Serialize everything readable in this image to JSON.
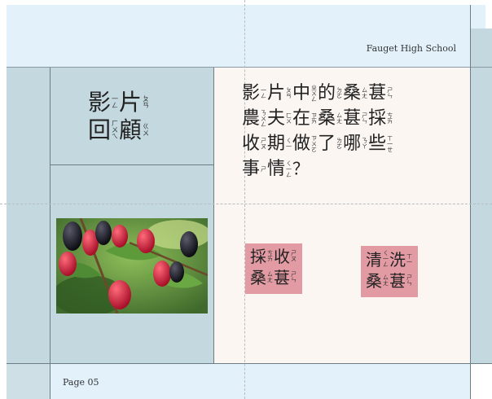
{
  "header": {
    "school": "Fauget High School"
  },
  "footer": {
    "page": "Page 05"
  },
  "title": {
    "lines": [
      [
        {
          "ch": "影",
          "zy": [
            "一",
            "ㄥ"
          ]
        },
        {
          "ch": "片",
          "zy": [
            "ㄆ",
            "ㄢ"
          ]
        }
      ],
      [
        {
          "ch": "回",
          "zy": [
            "ㄏ",
            "ㄨ",
            "ㄟ"
          ]
        },
        {
          "ch": "顧",
          "zy": [
            "ㄍ",
            "ㄨ"
          ]
        }
      ]
    ]
  },
  "question": {
    "lines": [
      [
        {
          "ch": "影",
          "zy": [
            "一",
            "ㄥ"
          ]
        },
        {
          "ch": "片",
          "zy": [
            "ㄆ",
            "ㄢ"
          ]
        },
        {
          "ch": "中",
          "zy": [
            "ㄓ",
            "ㄨ",
            "ㄥ"
          ]
        },
        {
          "ch": "的",
          "zy": [
            "ㄉ",
            "ㄜ"
          ]
        },
        {
          "ch": "桑",
          "zy": [
            "ㄙ",
            "ㄤ"
          ]
        },
        {
          "ch": "葚",
          "zy": [
            "ㄕ",
            "ㄣ"
          ]
        }
      ],
      [
        {
          "ch": "農",
          "zy": [
            "ㄋ",
            "ㄨ",
            "ㄥ"
          ]
        },
        {
          "ch": "夫",
          "zy": [
            "ㄈ",
            "ㄨ"
          ]
        },
        {
          "ch": "在",
          "zy": [
            "ㄗ",
            "ㄞ"
          ]
        },
        {
          "ch": "桑",
          "zy": [
            "ㄙ",
            "ㄤ"
          ]
        },
        {
          "ch": "葚",
          "zy": [
            "ㄕ",
            "ㄣ"
          ]
        },
        {
          "ch": "採",
          "zy": [
            "ㄘ",
            "ㄞ"
          ]
        }
      ],
      [
        {
          "ch": "收",
          "zy": [
            "ㄕ",
            "ㄡ"
          ]
        },
        {
          "ch": "期",
          "zy": [
            "ㄑ",
            "一"
          ]
        },
        {
          "ch": "做",
          "zy": [
            "ㄗ",
            "ㄨ",
            "ㄛ"
          ]
        },
        {
          "ch": "了",
          "zy": [
            "ㄌ",
            "ㄜ"
          ]
        },
        {
          "ch": "哪",
          "zy": [
            "ㄋ",
            "ㄚ"
          ]
        },
        {
          "ch": "些",
          "zy": [
            "ㄒ",
            "一",
            "ㄝ"
          ]
        }
      ],
      [
        {
          "ch": "事",
          "zy": [
            "ㄕ"
          ]
        },
        {
          "ch": "情",
          "zy": [
            "ㄑ",
            "一",
            "ㄥ"
          ]
        }
      ]
    ],
    "end_punct": "？"
  },
  "options": [
    {
      "lines": [
        [
          {
            "ch": "採",
            "zy": [
              "ㄘ",
              "ㄞ"
            ]
          },
          {
            "ch": "收",
            "zy": [
              "ㄕ",
              "ㄡ"
            ]
          }
        ],
        [
          {
            "ch": "桑",
            "zy": [
              "ㄙ",
              "ㄤ"
            ]
          },
          {
            "ch": "葚",
            "zy": [
              "ㄕ",
              "ㄣ"
            ]
          }
        ]
      ]
    },
    {
      "lines": [
        [
          {
            "ch": "清",
            "zy": [
              "ㄑ",
              "一",
              "ㄥ"
            ]
          },
          {
            "ch": "洗",
            "zy": [
              "ㄒ",
              "一"
            ]
          }
        ],
        [
          {
            "ch": "桑",
            "zy": [
              "ㄙ",
              "ㄤ"
            ]
          },
          {
            "ch": "葚",
            "zy": [
              "ㄕ",
              "ㄣ"
            ]
          }
        ]
      ]
    }
  ],
  "colors": {
    "option_fill": "#e29aa3",
    "left_panel": "#c3d8df",
    "header_band": "#e3f1fb",
    "content_bg": "#fcf6f2"
  },
  "image": {
    "subject": "mulberries on branch"
  }
}
